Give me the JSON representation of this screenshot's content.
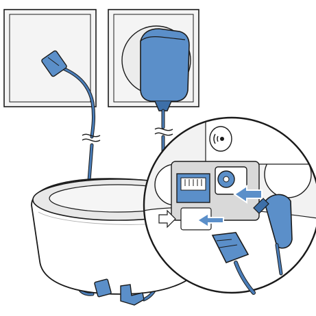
{
  "colors": {
    "product_blue": "#5b8fc9",
    "product_blue_dark": "#3d6fa8",
    "cable_blue": "#4a7db8",
    "outline": "#1a1a1a",
    "wall_fill": "#f4f4f4",
    "base_fill": "#ffffff",
    "base_shade": "#e8e8e8",
    "socket_grey": "#d9d9d9"
  },
  "parts": {
    "phone_wall_plate": "phone-wall-plate",
    "power_wall_plate": "power-wall-plate",
    "phone_plug": "phone-line-plug",
    "power_adapter": "power-adapter",
    "base_station": "base-station",
    "magnifier": "rear-panel-magnifier",
    "page_icon": "page-button-icon",
    "line_arrow": "line-jack-arrow",
    "power_arrow": "power-jack-arrow"
  }
}
